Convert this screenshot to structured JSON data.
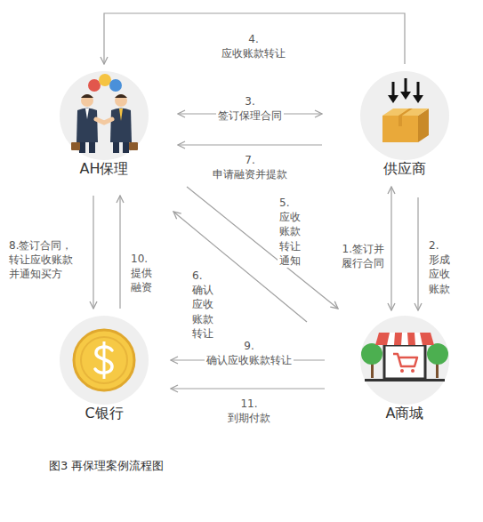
{
  "diagram": {
    "caption": "图3 再保理案例流程图",
    "nodes": [
      {
        "text": [
          "AH保理"
        ]
      },
      {
        "text": [
          "供应商"
        ]
      },
      {
        "text": [
          "C银行"
        ]
      },
      {
        "text": [
          "A商城"
        ]
      }
    ],
    "edges": [
      {
        "from": 1,
        "to": 3,
        "arrow": "both",
        "label": "1.签订并 履行合同"
      },
      {
        "from": 1,
        "to": 3,
        "arrow": "to",
        "label": "2.形成 应收 账款"
      },
      {
        "from": 0,
        "to": 1,
        "arrow": "both",
        "label": "3.签订保理合同"
      },
      {
        "from": 1,
        "to": 0,
        "arrow": "to",
        "label": "4.应收账款转让"
      },
      {
        "from": 0,
        "to": 3,
        "arrow": "to",
        "label": "5.应收 账款 转让 通知"
      },
      {
        "from": 3,
        "to": 0,
        "arrow": "to",
        "label": "6.确认 应收 账款 转让"
      },
      {
        "from": 1,
        "to": 0,
        "arrow": "to",
        "label": "7.申请融资并提款"
      },
      {
        "from": 0,
        "to": 2,
        "arrow": "to",
        "label": "8.签订合同， 转让应收账款 并通知买方"
      },
      {
        "from": 3,
        "to": 2,
        "arrow": "to",
        "label": "9.确认应收账款转让"
      },
      {
        "from": 2,
        "to": 0,
        "arrow": "to",
        "label": "10.提供 融资"
      },
      {
        "from": 3,
        "to": 2,
        "arrow": "to",
        "label": "11.到期付款"
      }
    ]
  }
}
